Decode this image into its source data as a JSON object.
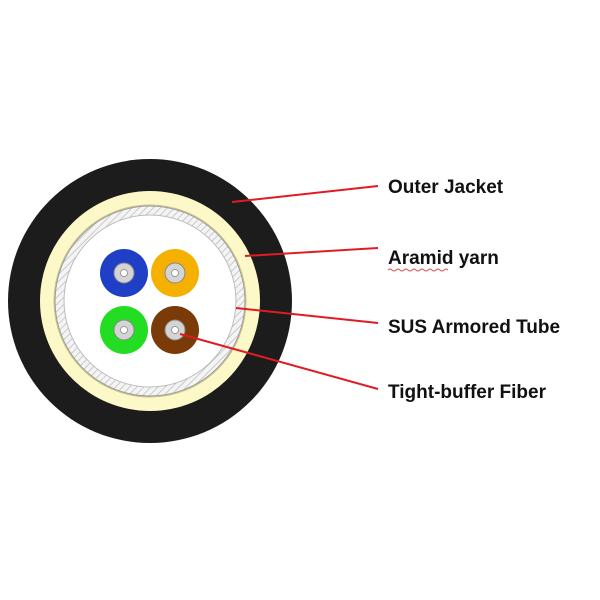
{
  "diagram": {
    "colors": {
      "outer_jacket": "#1c1c1c",
      "aramid_yarn": "#fdf8c8",
      "armored_tube": "#eeeeee",
      "tube_interior": "#ffffff",
      "leader_line": "#e01b24"
    },
    "labels": {
      "outer_jacket": "Outer Jacket",
      "aramid_yarn": "Aramid yarn",
      "armored_tube": "SUS Armored Tube",
      "tight_buffer_fiber": "Tight-buffer Fiber"
    },
    "fibers": [
      {
        "name": "blue",
        "color": "#1f3fc7"
      },
      {
        "name": "orange",
        "color": "#f5b000"
      },
      {
        "name": "green",
        "color": "#22dd22"
      },
      {
        "name": "brown",
        "color": "#7a3b08"
      }
    ]
  }
}
